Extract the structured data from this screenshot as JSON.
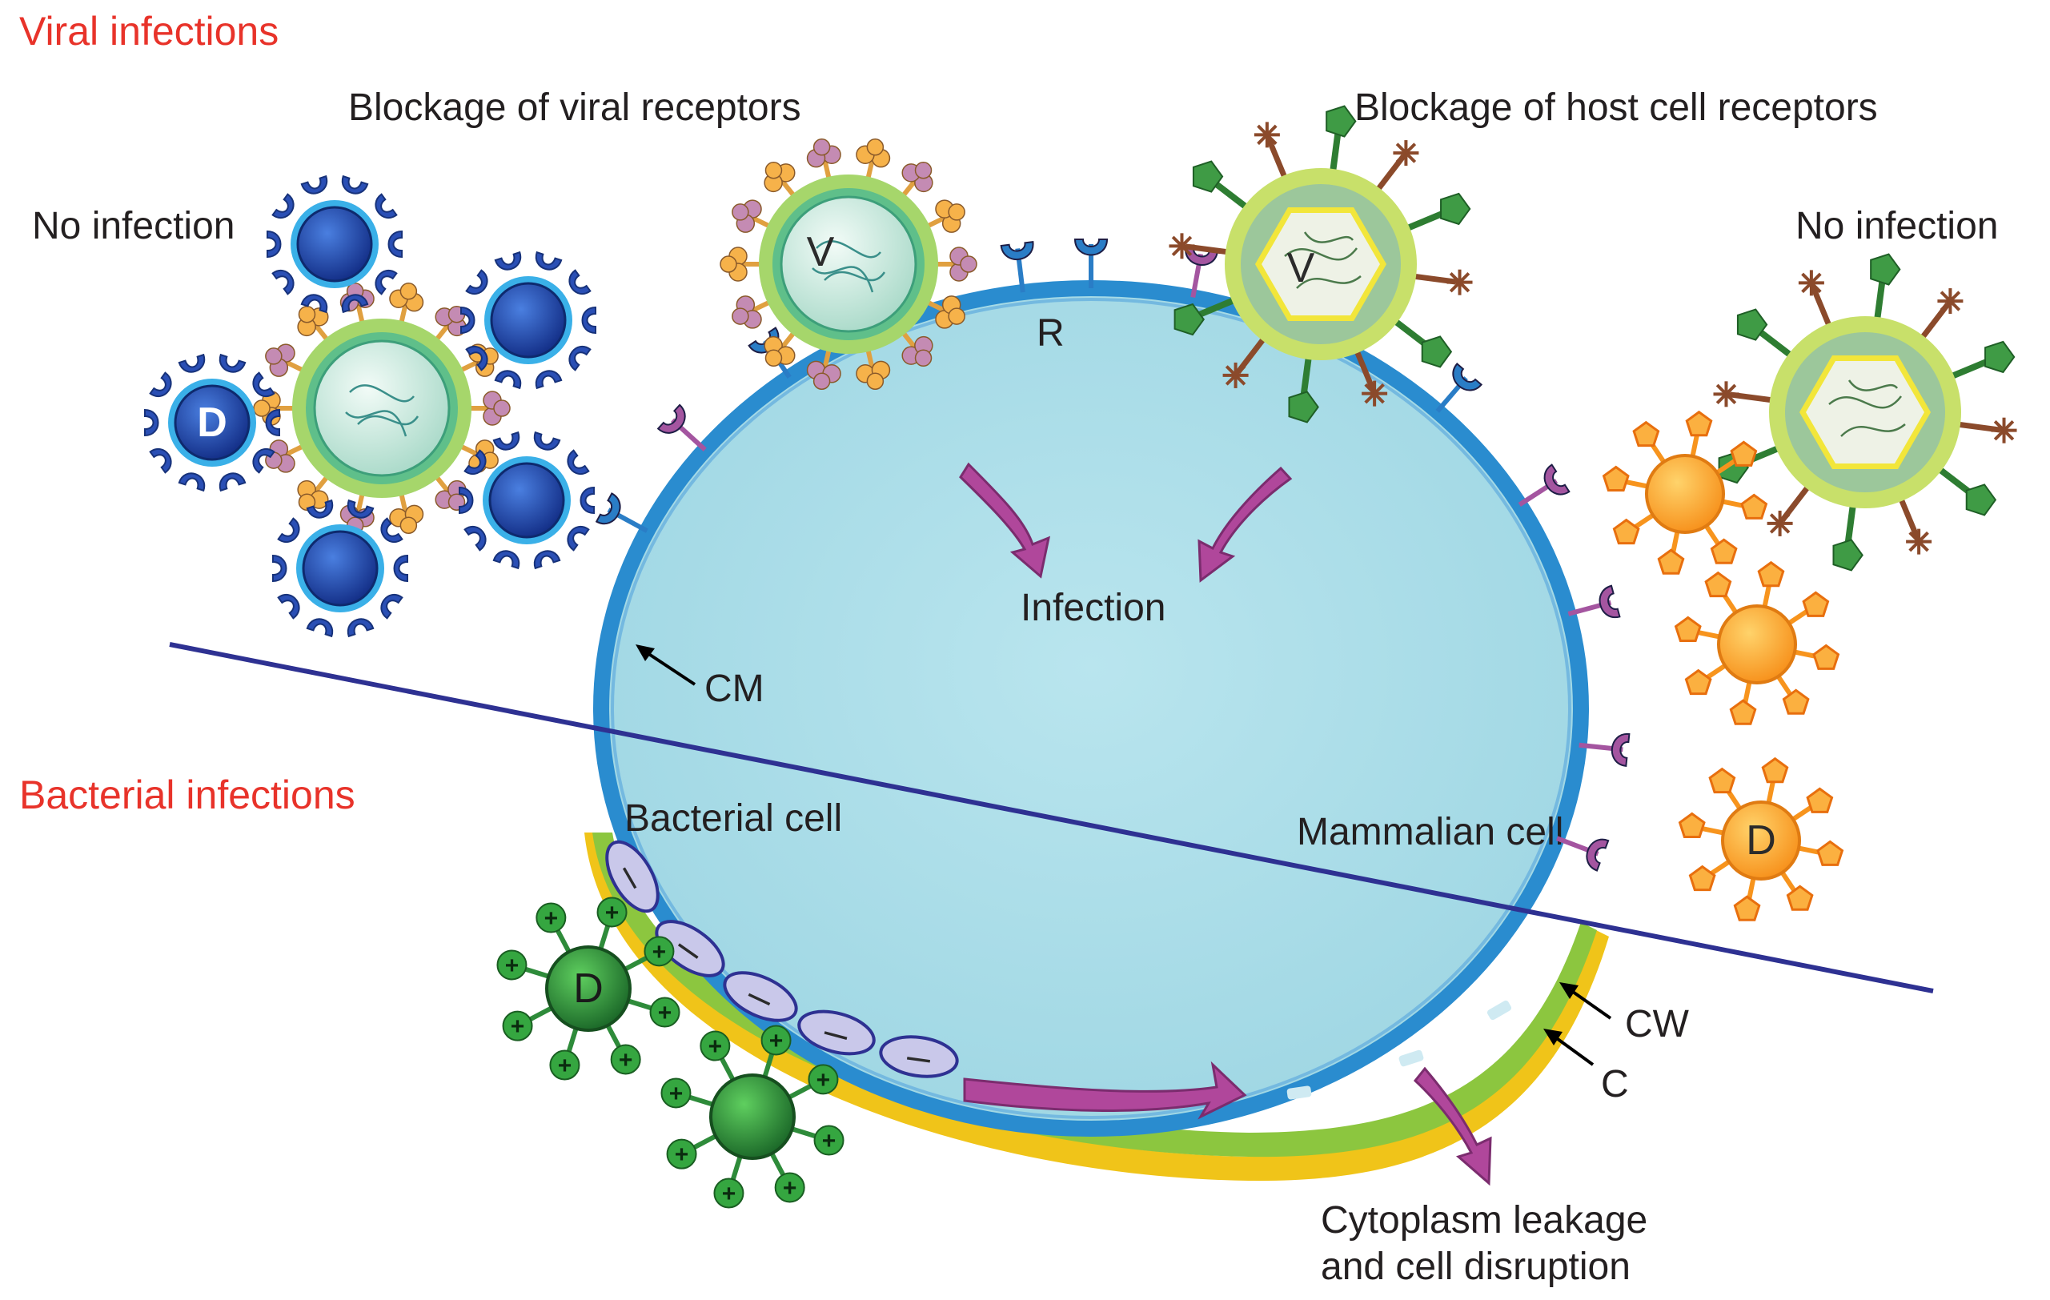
{
  "sections": {
    "viral": "Viral infections",
    "bacterial": "Bacterial infections"
  },
  "headings": {
    "viral_receptor_block": "Blockage of viral receptors",
    "host_receptor_block": "Blockage of host cell receptors"
  },
  "outcomes": {
    "left_no_infection": "No infection",
    "right_no_infection": "No infection",
    "infection": "Infection",
    "leakage_line1": "Cytoplasm leakage",
    "leakage_line2": "and cell disruption"
  },
  "cell_labels": {
    "bacterial_cell": "Bacterial cell",
    "mammalian_cell": "Mammalian cell"
  },
  "markers": {
    "virus": "V",
    "drug": "D",
    "receptor": "R",
    "cell_membrane": "CM",
    "cell_wall": "CW",
    "capsule": "C",
    "minus": "–",
    "plus": "+"
  },
  "colors": {
    "section_title": "#e8332a",
    "cytoplasm": "#a9dde8",
    "membrane": "#2a8ccf",
    "cell_wall": "#8cc63f",
    "capsule": "#f0c419",
    "divider": "#2e3192",
    "arrow": "#b0479b",
    "drug_blue": "#1f3f9a",
    "drug_orange": "#f7941d",
    "drug_green": "#2e8b3a"
  },
  "icons": [
    "virus-icon",
    "drug-particle-icon",
    "receptor-icon",
    "process-arrow-icon",
    "pointer-arrow-icon"
  ]
}
